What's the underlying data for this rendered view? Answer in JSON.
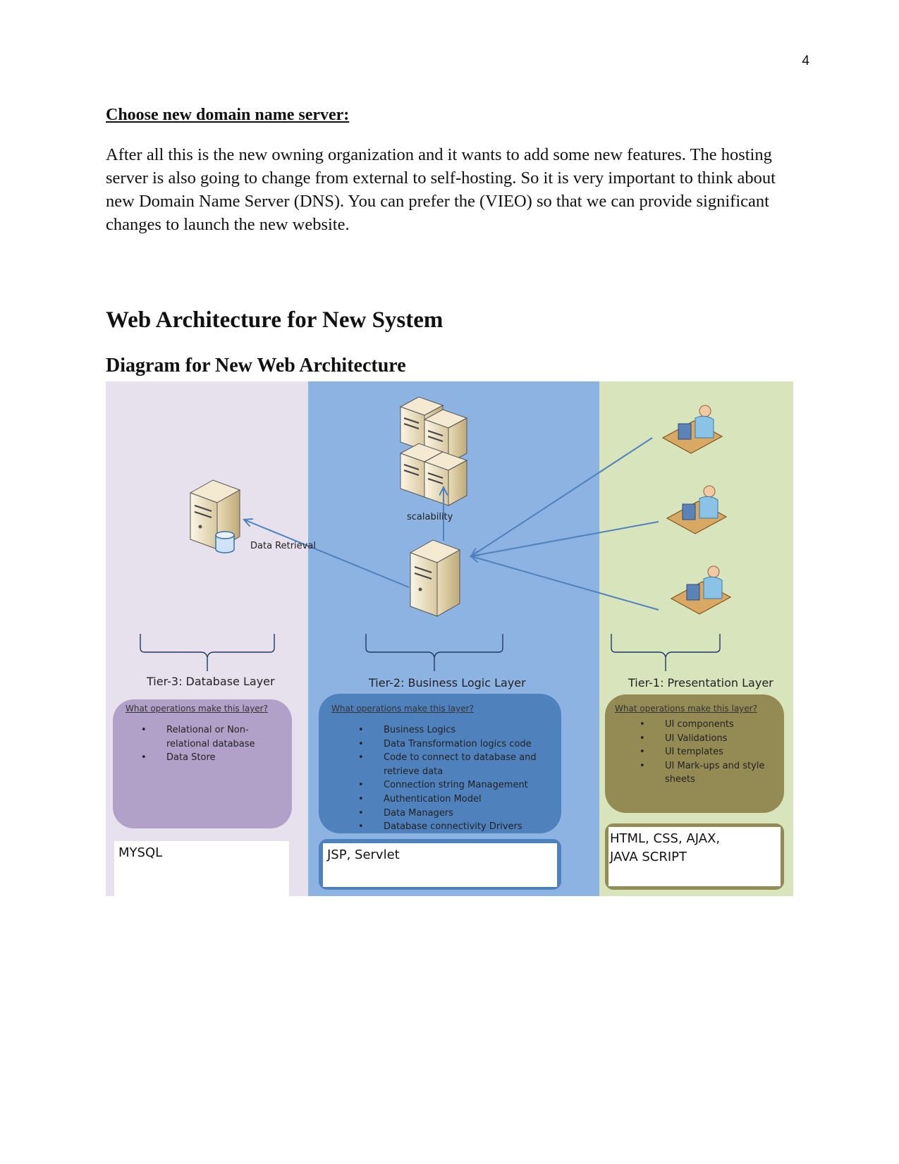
{
  "page": {
    "number": "4"
  },
  "section": {
    "heading": "Choose new domain name server:",
    "paragraph": "After all this is the new owning organization and it wants to add some new features. The hosting server is also going to change from external to self-hosting. So it is very important to think about new Domain Name Server (DNS). You can prefer the (VIEO) so that we can provide significant changes to launch the new website."
  },
  "architecture": {
    "title": "Web Architecture for New System",
    "diagram_title": "Diagram for New Web Architecture"
  },
  "diagram": {
    "colors": {
      "tier3_bg": "#e6e1ec",
      "tier2_bg": "#8db3e2",
      "tier1_bg": "#d8e4bc",
      "tier3_box": "#b1a0c7",
      "tier2_box": "#4f81bd",
      "tier1_box": "#948a54",
      "arrow": "#4f81bd"
    },
    "labels": {
      "scalability": "scalability",
      "data_retrieval": "Data Retrieval"
    },
    "ops_question": "What operations make this layer?",
    "tiers": [
      {
        "name": "Tier-3: Database Layer",
        "operations": [
          "Relational or Non-relational database",
          "Data Store"
        ],
        "technology": "MYSQL"
      },
      {
        "name": "Tier-2: Business Logic  Layer",
        "operations": [
          "Business Logics",
          "Data Transformation logics code",
          "Code to connect to database and retrieve data",
          "Connection string Management",
          "Authentication Model",
          "Data Managers",
          "Database connectivity Drivers"
        ],
        "technology": "JSP, Servlet"
      },
      {
        "name": "Tier-1: Presentation Layer",
        "operations": [
          "UI components",
          "UI Validations",
          "UI templates",
          "UI Mark-ups and style sheets"
        ],
        "technology": "HTML, CSS, AJAX,\nJAVA SCRIPT"
      }
    ]
  }
}
